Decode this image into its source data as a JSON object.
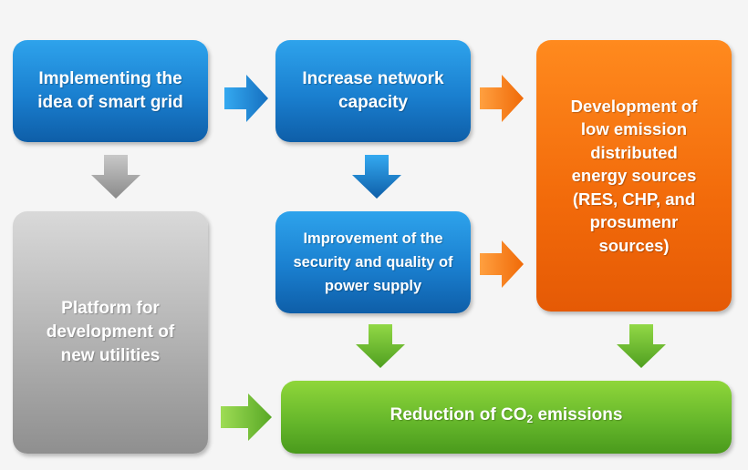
{
  "boxes": {
    "smart_grid": [
      "Implementing the",
      "idea of smart grid"
    ],
    "network_capacity": [
      "Increase network",
      "capacity"
    ],
    "low_emission": [
      "Development of",
      "low emission",
      "distributed",
      "energy sources",
      "(RES, CHP, and",
      "prosumenr",
      "sources)"
    ],
    "security_quality": [
      "Improvement of the",
      "security and quality of",
      "power supply"
    ],
    "platform": [
      "Platform for",
      "development of",
      "new utilities"
    ],
    "reduction": {
      "prefix": "Reduction of CO",
      "sub": "2",
      "suffix": " emissions"
    }
  },
  "colors": {
    "blue": "#1a7fcf",
    "orange": "#f26a0a",
    "gray": "#b5b5b5",
    "green": "#63b52a",
    "background": "#f5f5f5"
  }
}
